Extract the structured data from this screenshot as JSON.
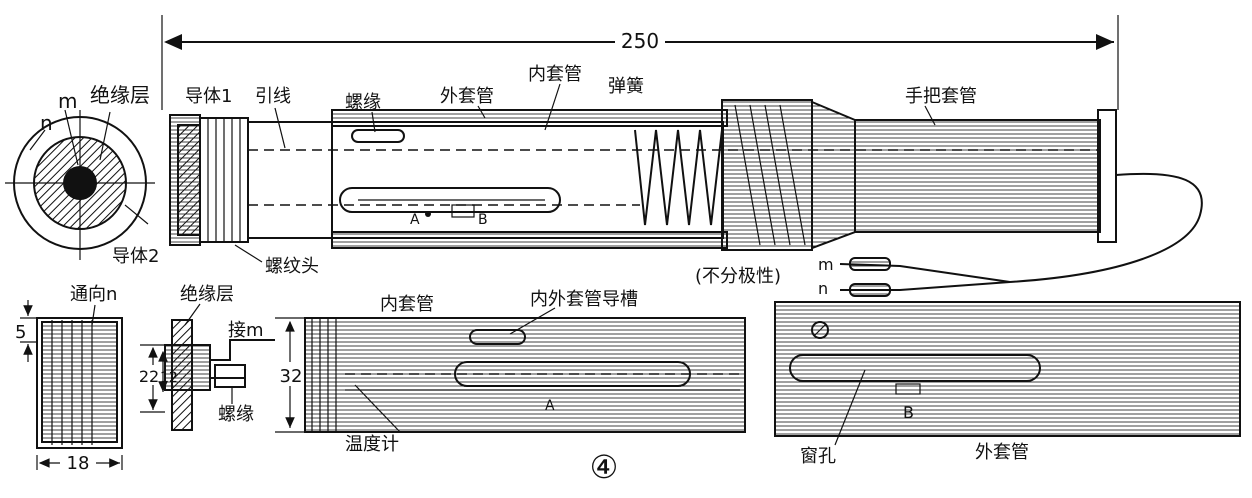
{
  "overall_length": "250",
  "top": {
    "cross_section": {
      "n": "n",
      "m": "m",
      "insulation": "绝缘层",
      "conductor2": "导体2"
    },
    "conductor1": "导体1",
    "lead_wire": "引线",
    "screw": "螺缘",
    "outer_tube": "外套管",
    "inner_tube": "内套管",
    "spring": "弹簧",
    "handle_tube": "手把套管",
    "thread_head": "螺纹头",
    "point_a": "A",
    "point_b": "B",
    "polarity": "(不分极性)",
    "wire_m": "m",
    "wire_n": "n"
  },
  "bottom": {
    "cap": {
      "label": "通向n",
      "dim_5": "5",
      "dim_18": "18"
    },
    "insulator": {
      "label": "绝缘层",
      "connect_m": "接m",
      "dim_22": "22",
      "dim_12": "12",
      "screw": "螺缘"
    },
    "inner": {
      "title": "内套管",
      "slot": "内外套管导槽",
      "dim_32": "32",
      "thermometer": "温度计",
      "point_a": "A"
    },
    "outer": {
      "window": "窗孔",
      "title": "外套管",
      "point_b": "B"
    }
  },
  "figure_number": "④"
}
